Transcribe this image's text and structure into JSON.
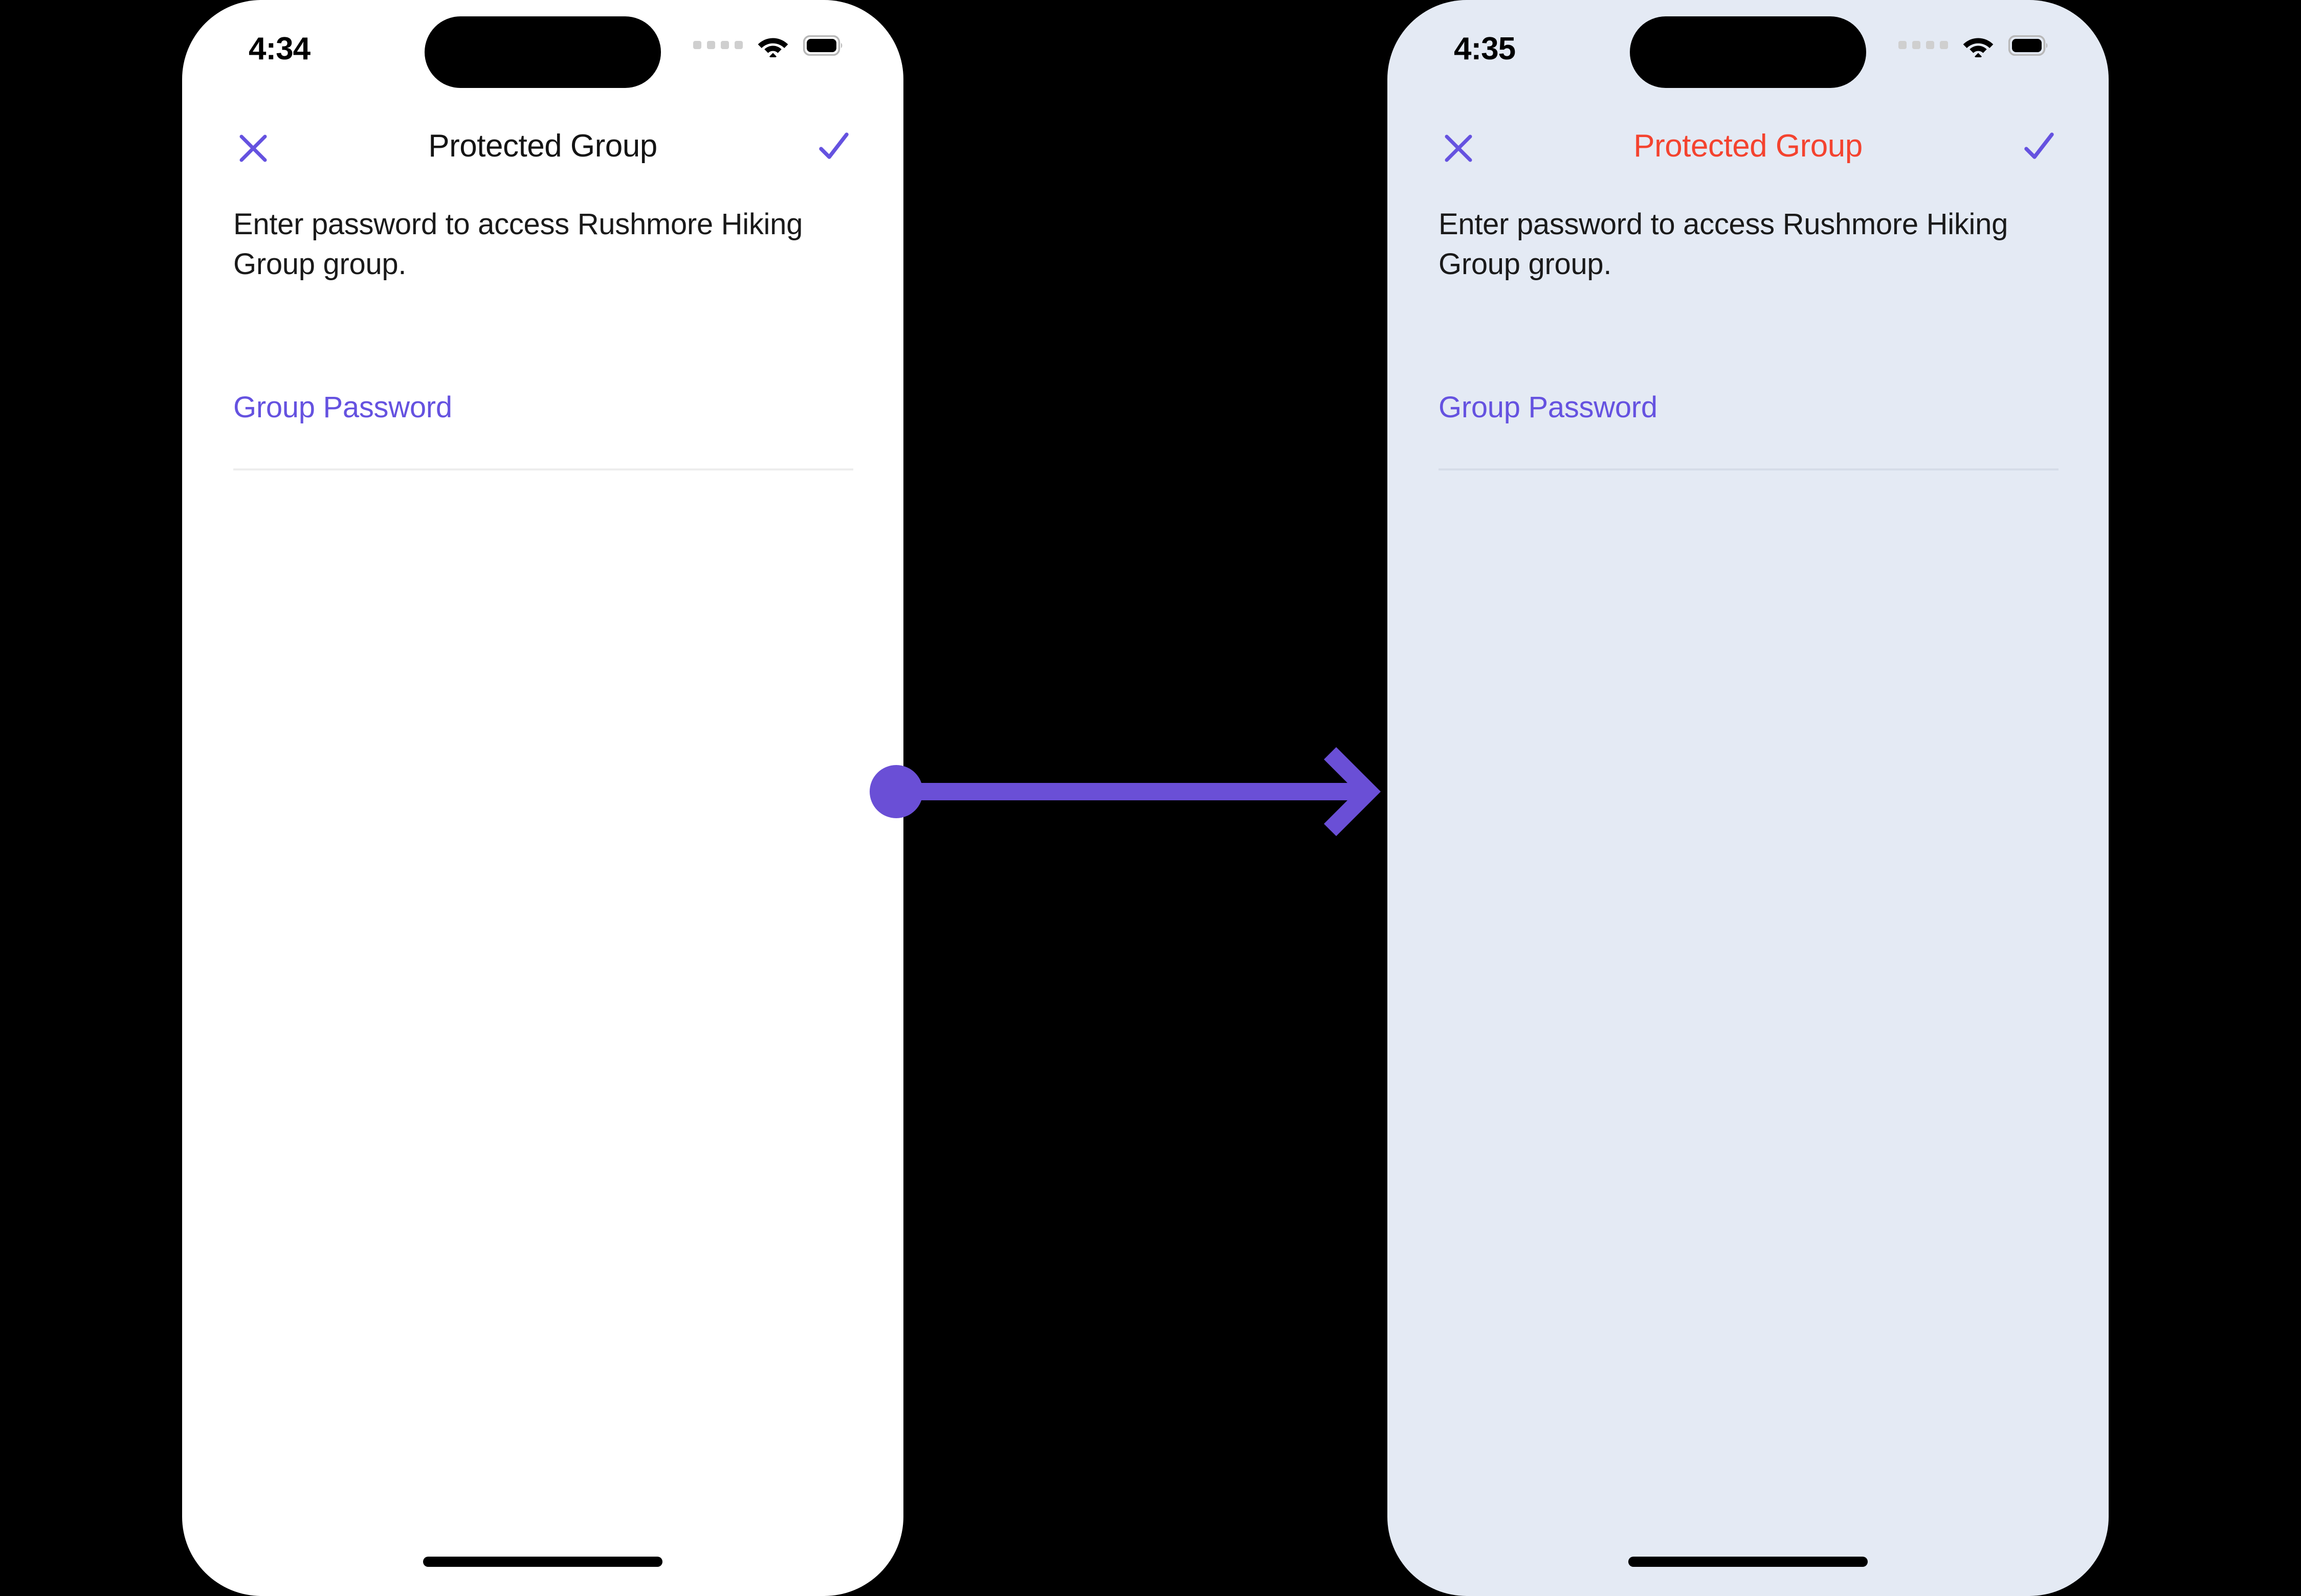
{
  "screens": [
    {
      "id": "before",
      "status_bar": {
        "time": "4:34",
        "icons": [
          "cellular-dots-icon",
          "wifi-icon",
          "battery-icon"
        ]
      },
      "nav": {
        "close_label": "close-icon",
        "title": "Protected Group",
        "title_state": "normal",
        "confirm_label": "check-icon"
      },
      "body": {
        "description": "Enter password to access Rushmore Hiking Group group.",
        "field_label": "Group Password",
        "field_value": "",
        "field_placeholder": ""
      },
      "theme": {
        "background": "#FFFFFF",
        "title_color": "#141414",
        "accent": "#6552E0",
        "divider": "#EDEDED"
      }
    },
    {
      "id": "after",
      "status_bar": {
        "time": "4:35",
        "icons": [
          "cellular-dots-icon",
          "wifi-icon",
          "battery-icon"
        ]
      },
      "nav": {
        "close_label": "close-icon",
        "title": "Protected Group",
        "title_state": "error",
        "confirm_label": "check-icon"
      },
      "body": {
        "description": "Enter password to access Rushmore Hiking Group group.",
        "field_label": "Group Password",
        "field_value": "",
        "field_placeholder": ""
      },
      "theme": {
        "background": "#E4EAF4",
        "title_color": "#F4432F",
        "accent": "#6552E0",
        "divider": "#D5DCE8"
      }
    }
  ],
  "transition": {
    "name": "step-arrow",
    "color": "#6A4FD6",
    "direction": "left-to-right"
  },
  "canvas": {
    "background": "#000000"
  }
}
